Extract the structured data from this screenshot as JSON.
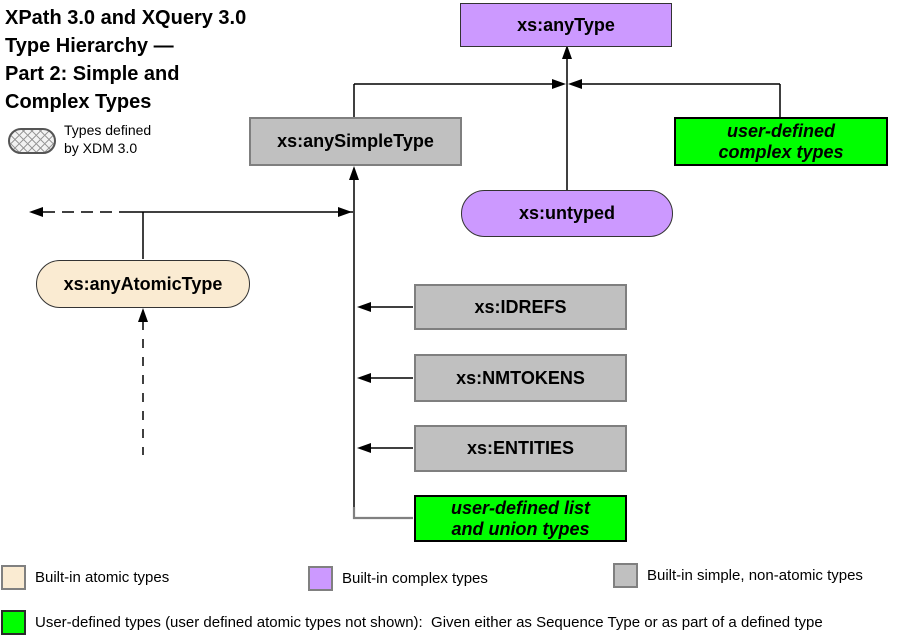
{
  "title": {
    "lines": [
      "XPath 3.0 and XQuery 3.0",
      "Type Hierarchy —",
      "Part 2: Simple and",
      "Complex Types"
    ]
  },
  "xdm_note": {
    "text": "Types defined\nby XDM 3.0"
  },
  "nodes": {
    "any_type": {
      "label": "xs:anyType"
    },
    "any_simple_type": {
      "label": "xs:anySimpleType"
    },
    "user_defined_complex": {
      "label": "user-defined\ncomplex types"
    },
    "untyped": {
      "label": "xs:untyped"
    },
    "any_atomic_type": {
      "label": "xs:anyAtomicType"
    },
    "idrefs": {
      "label": "xs:IDREFS"
    },
    "nmtokens": {
      "label": "xs:NMTOKENS"
    },
    "entities": {
      "label": "xs:ENTITIES"
    },
    "user_defined_list_union": {
      "label": "user-defined list\nand union types"
    }
  },
  "legend": {
    "builtin_atomic": "Built-in atomic types",
    "builtin_complex": "Built-in complex types",
    "builtin_simple": "Built-in simple, non-atomic types",
    "user_defined": "User-defined types (user defined atomic types not shown):  Given either as Sequence Type or as part of a defined type"
  },
  "colors": {
    "builtin_atomic_fill": "#FAEBD2",
    "builtin_complex_fill": "#CC99FF",
    "builtin_simple_fill": "#C0C0C0",
    "user_defined_fill": "#00FF00",
    "line": "#000000"
  }
}
